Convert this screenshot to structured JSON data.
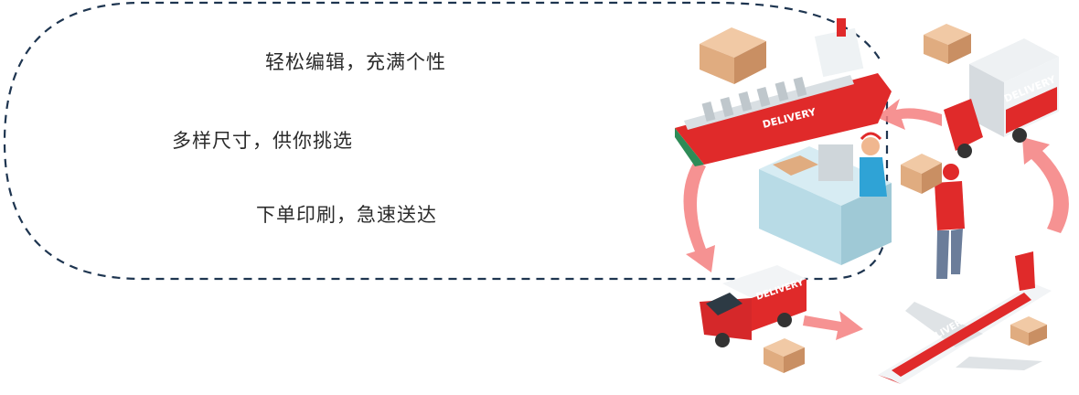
{
  "features": [
    {
      "text": "轻松编辑，充满个性"
    },
    {
      "text": "多样尺寸，供你挑选"
    },
    {
      "text": "下单印刷，急速送达"
    }
  ],
  "vehicle_label": "DELIVERY",
  "colors": {
    "dashed_border": "#1e3550",
    "arrow": "#f27a7a",
    "vehicle_red": "#e02a2a",
    "box": "#e5b48c",
    "desk": "#b8dbe6"
  },
  "icons": [
    "cargo-ship-icon",
    "delivery-truck-icon",
    "delivery-van-icon",
    "airplane-icon",
    "office-desk-icon",
    "courier-icon",
    "parcel-box-icon"
  ]
}
